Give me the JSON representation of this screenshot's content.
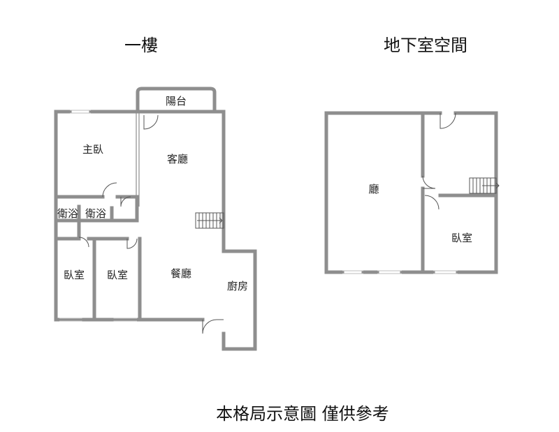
{
  "floor1": {
    "title": "一樓",
    "rooms": {
      "balcony": "陽台",
      "master_bedroom": "主臥",
      "living_room": "客廳",
      "bath_a": "衛浴",
      "bath_b": "衛浴",
      "bedroom_a": "臥室",
      "bedroom_b": "臥室",
      "dining_room": "餐廳",
      "kitchen": "廚房"
    }
  },
  "basement": {
    "title": "地下室空間",
    "rooms": {
      "hall": "廳",
      "bedroom": "臥室"
    }
  },
  "caption": "本格局示意圖 僅供參考"
}
